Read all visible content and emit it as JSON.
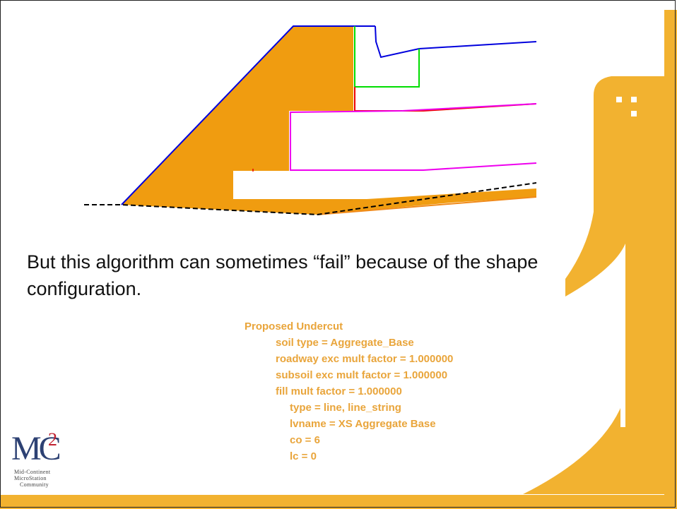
{
  "slide": {
    "body_text": "But this algorithm can sometimes “fail” because of the shape configuration.",
    "properties": {
      "heading": "Proposed Undercut",
      "soil_type": "soil type = Aggregate_Base",
      "roadway_factor": "roadway exc mult factor = 1.000000",
      "subsoil_factor": "subsoil exc mult factor = 1.000000",
      "fill_factor": "fill mult factor = 1.000000",
      "type": "type = line, line_string",
      "lvname": "lvname = XS Aggregate Base",
      "co": "co = 6",
      "lc": "lc = 0"
    },
    "logo": {
      "mark": "MC",
      "superscript": "2",
      "line1": "Mid-Continent",
      "line2": "MicroStation",
      "line3": "Community"
    }
  },
  "colors": {
    "accent_orange": "#f2b230",
    "fill_orange": "#f09c10",
    "text_orange": "#e9a53b",
    "line_blue": "#0000dd",
    "line_green": "#00dd00",
    "line_red": "#ee0000",
    "line_magenta": "#ee00ee",
    "line_orange": "#f08a1a",
    "ground_dashed": "#000000"
  }
}
